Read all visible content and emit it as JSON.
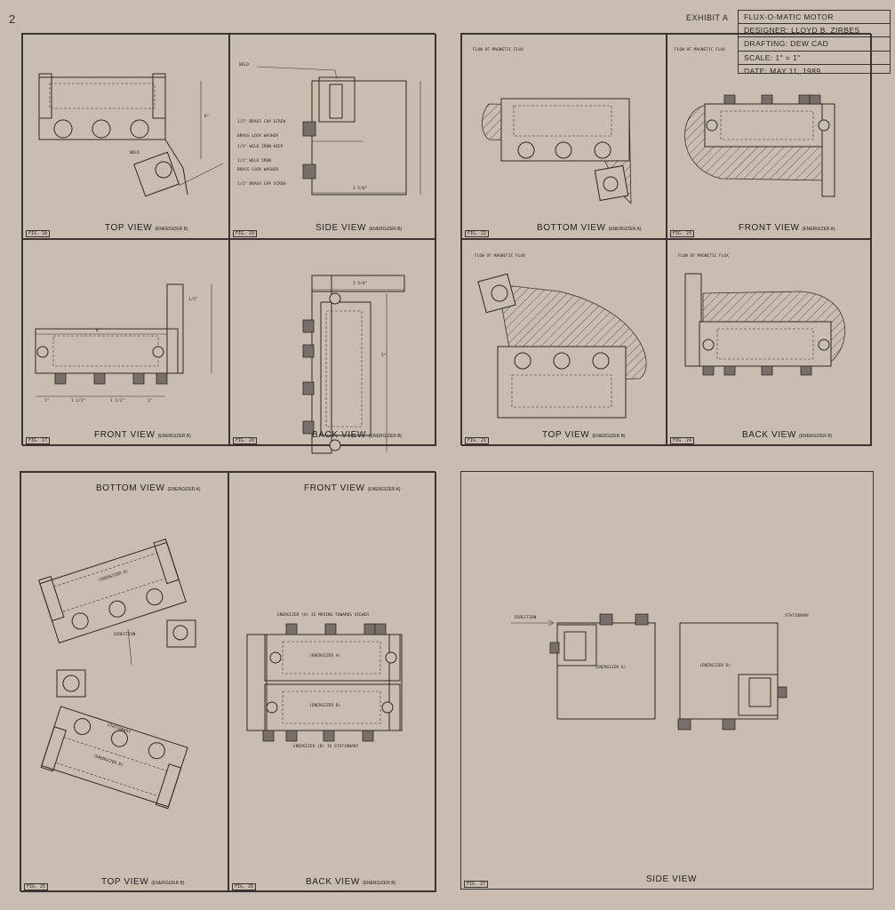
{
  "page_number": "2",
  "exhibit": "EXHIBIT A",
  "title_block": {
    "title": "FLUX-O-MATIC MOTOR",
    "designer": "DESIGNER: LLOYD B. ZIRBES",
    "drafting": "DRAFTING: DEW CAD",
    "scale": "SCALE: 1\" = 1\"",
    "date": "DATE: MAY 11, 1989"
  },
  "views": {
    "fig18": {
      "label": "TOP VIEW",
      "sub": "(ENERGIZER B)",
      "fig": "FIG. 18"
    },
    "fig19": {
      "label": "SIDE VIEW",
      "sub": "(ENERGIZER B)",
      "fig": "FIG. 19"
    },
    "fig22": {
      "label": "BOTTOM VIEW",
      "sub": "(ENERGIZER A)",
      "fig": "FIG. 22"
    },
    "fig23": {
      "label": "FRONT VIEW",
      "sub": "(ENERGIZER A)",
      "fig": "FIG. 23"
    },
    "fig17": {
      "label": "FRONT VIEW",
      "sub": "(ENERGIZER B)",
      "fig": "FIG. 17"
    },
    "fig20": {
      "label": "BACK VIEW",
      "sub": "(ENERGIZER B)",
      "fig": "FIG. 20"
    },
    "fig21": {
      "label": "TOP VIEW",
      "sub": "(ENERGIZER B)",
      "fig": "FIG. 21"
    },
    "fig24": {
      "label": "BACK VIEW",
      "sub": "(ENERGIZER B)",
      "fig": "FIG. 24"
    },
    "fig25_bottom": {
      "label": "BOTTOM VIEW",
      "sub": "(ENERGIZER A)"
    },
    "fig25_top": {
      "label": "TOP VIEW",
      "sub": "(ENERGIZER B)",
      "fig": "FIG. 25"
    },
    "fig26_front": {
      "label": "FRONT VIEW",
      "sub": "(ENERGIZER A)"
    },
    "fig26_back": {
      "label": "BACK VIEW",
      "sub": "(ENERGIZER B)",
      "fig": "FIG. 26"
    },
    "fig27": {
      "label": "SIDE VIEW",
      "fig": "FIG. 27"
    }
  },
  "notes": {
    "flow": "FLOW OF MAGNETIC FLUX",
    "weld": "WELD",
    "dim_1_5": "1/5\"",
    "dim_6": "6\"",
    "dim_3_5_8": "3 5/8\"",
    "dim_5": "5\"",
    "dim_1": "1\"",
    "dim_1_1_2": "1 1/2\"",
    "direction": "DIRECTION",
    "stationary": "STATIONARY",
    "energizer_a": "(ENERGIZER A)",
    "energizer_b": "(ENERGIZER B)",
    "a_moving": "ENERGIZER (A) IS MOVING TOWARDS VIEWER",
    "b_stationary": "ENERGIZER (B) IS STATIONARY",
    "brass_cap": "1/2\" BRASS CAP SCREW",
    "lock_washer": "BRASS LOCK WASHER",
    "weld_iron": "1/2\" WELD IRON KEEP",
    "weld_iron2": "1/2\" WELD IRON"
  }
}
